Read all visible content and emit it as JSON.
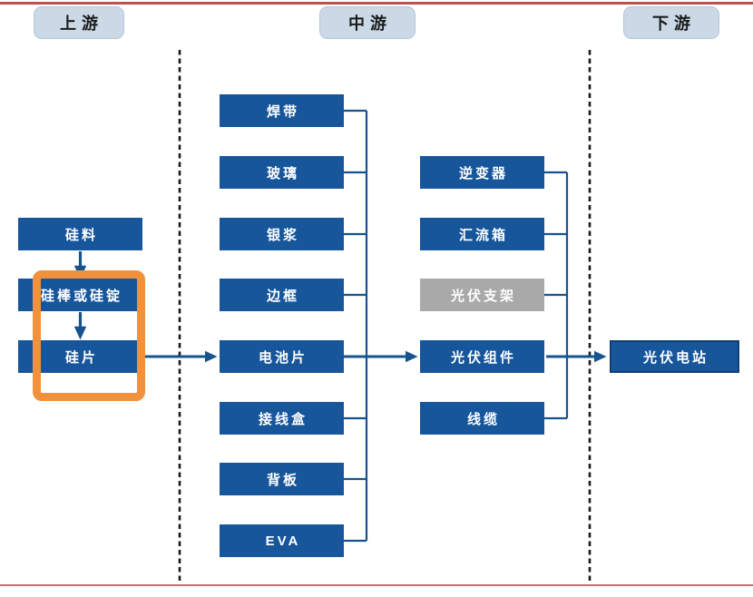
{
  "headers": {
    "upstream": "上游",
    "midstream": "中游",
    "downstream": "下游"
  },
  "upstream": {
    "items": [
      "硅料",
      "硅棒或硅锭",
      "硅片"
    ]
  },
  "midstream_col1": {
    "items": [
      "焊带",
      "玻璃",
      "银浆",
      "边框",
      "电池片",
      "接线盒",
      "背板",
      "EVA"
    ]
  },
  "midstream_col2": {
    "items": [
      "逆变器",
      "汇流箱",
      "光伏支架",
      "光伏组件",
      "线缆"
    ]
  },
  "downstream": {
    "items": [
      "光伏电站"
    ]
  },
  "colors": {
    "node_blue": "#17569B",
    "node_gray": "#A9A9A9",
    "connector_blue": "#17548F",
    "header_fill": "#CBD9E7",
    "highlight_orange": "#F0913D",
    "border_red_top": "#C0504D",
    "border_red_bottom": "#C87070",
    "dashed_divider": "#1A1A1A"
  }
}
